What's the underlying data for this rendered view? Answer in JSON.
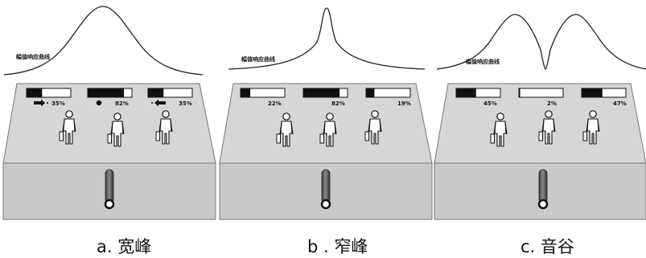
{
  "curve_label": "幅值响应曲线",
  "panels": [
    {
      "caption": "a. 宽峰",
      "curve": "wide-peak",
      "meters": [
        {
          "percent_label": "35%",
          "fill": 0.35,
          "indicator": "arrow-right-icon"
        },
        {
          "percent_label": "82%",
          "fill": 0.82,
          "indicator": "dot-icon"
        },
        {
          "percent_label": "35%",
          "fill": 0.35,
          "indicator": "arrow-left-icon"
        }
      ]
    },
    {
      "caption": "b . 窄峰",
      "curve": "narrow-peak",
      "meters": [
        {
          "percent_label": "22%",
          "fill": 0.22,
          "indicator": ""
        },
        {
          "percent_label": "82%",
          "fill": 0.82,
          "indicator": ""
        },
        {
          "percent_label": "19%",
          "fill": 0.19,
          "indicator": ""
        }
      ]
    },
    {
      "caption": "c. 音谷",
      "curve": "notch",
      "meters": [
        {
          "percent_label": "45%",
          "fill": 0.45,
          "indicator": ""
        },
        {
          "percent_label": "2%",
          "fill": 0.02,
          "indicator": ""
        },
        {
          "percent_label": "47%",
          "fill": 0.47,
          "indicator": ""
        }
      ]
    }
  ],
  "colors": {
    "panel_top": "#d6d6d6",
    "panel_bottom": "#c9c9c9",
    "border": "#777777",
    "meter_fill": "#111111",
    "rod": "#555555"
  }
}
